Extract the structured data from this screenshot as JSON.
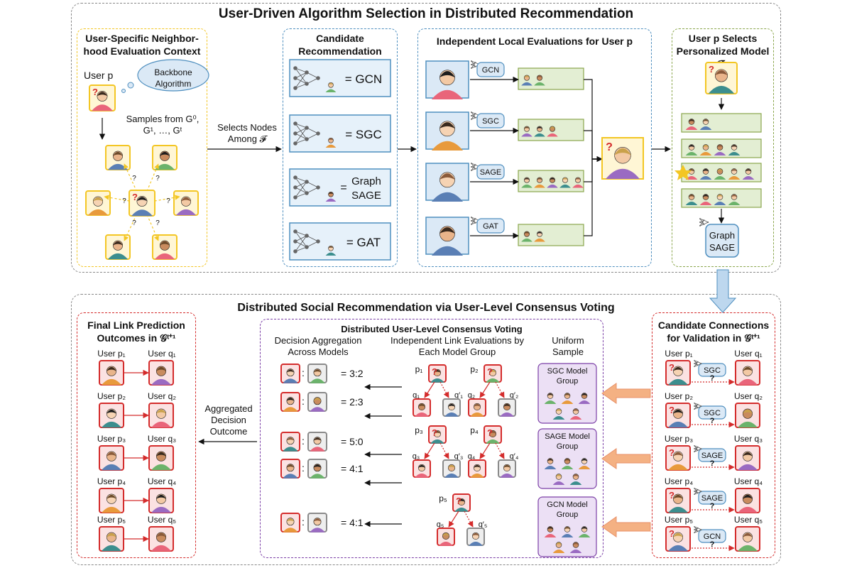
{
  "top": {
    "title": "User-Driven Algorithm Selection in Distributed Recommendation",
    "context": {
      "title": "User-Specific Neighbor-hood Evaluation Context",
      "user_label": "User p",
      "backbone": "Backbone Algorithm",
      "samples": "Samples from G⁰, G¹, …, Gᵗ"
    },
    "selects": "Selects Nodes Among 𝓕",
    "candidates": {
      "title": "Candidate Recommendation Models (𝓕)",
      "models": [
        "= GCN",
        "= SGC",
        "= Graph SAGE",
        "= GAT"
      ]
    },
    "evals": {
      "title": "Independent Local Evaluations for User p",
      "tags": [
        "GCN",
        "SGC",
        "SAGE",
        "GAT"
      ]
    },
    "personal": {
      "title": "User p Selects Personalized Model 𝓕p",
      "result": "Graph SAGE"
    }
  },
  "bottom": {
    "title": "Distributed Social Recommendation via User-Level Consensus Voting",
    "final": {
      "title": "Final Link Prediction Outcomes in 𝒢ᵗ⁺¹",
      "rows": [
        {
          "left": "User p₁",
          "right": "User q₁"
        },
        {
          "left": "User p₂",
          "right": "User q₂"
        },
        {
          "left": "User p₃",
          "right": "User q₃"
        },
        {
          "left": "User p₄",
          "right": "User q₄"
        },
        {
          "left": "User p₅",
          "right": "User q₅"
        }
      ]
    },
    "aggregated": "Aggregated Decision Outcome",
    "voting": {
      "title": "Distributed User-Level Consensus Voting",
      "col1": "Decision Aggregation Across Models",
      "col2": "Independent Link Evaluations by Each Model Group",
      "col3": "Uniform Sample",
      "ratios": [
        "= 3:2",
        "= 2:3",
        "= 5:0",
        "= 4:1",
        "= 4:1"
      ],
      "p_labels": [
        "p₁",
        "p₂",
        "p₃",
        "p₄",
        "p₅"
      ],
      "q_labels": [
        "q₁",
        "q′₁",
        "q₂",
        "q′₂",
        "q₃",
        "q′₃",
        "q₄",
        "q′₄",
        "q₅",
        "q′₅"
      ],
      "groups": [
        "SGC Model Group",
        "SAGE Model Group",
        "GCN Model Group"
      ]
    },
    "candidate_conn": {
      "title": "Candidate Connections for Validation in 𝒢ᵗ⁺¹",
      "rows": [
        {
          "left": "User p₁",
          "tag": "SGC",
          "right": "User q₁"
        },
        {
          "left": "User p₂",
          "tag": "SGC",
          "right": "User q₂"
        },
        {
          "left": "User p₃",
          "tag": "SAGE",
          "right": "User q₃"
        },
        {
          "left": "User p₄",
          "tag": "SAGE",
          "right": "User q₄"
        },
        {
          "left": "User p₅",
          "tag": "GCN",
          "right": "User q₅"
        }
      ]
    }
  },
  "colors": {
    "yellow": "#f3c624",
    "blue": "#4f8fbf",
    "green": "#8aa64c",
    "red": "#d42c2c",
    "purple": "#7b3fa6",
    "gray": "#8a8a8a",
    "orange_arrow": "#f4b183",
    "light_blue": "#bdd7ee"
  }
}
